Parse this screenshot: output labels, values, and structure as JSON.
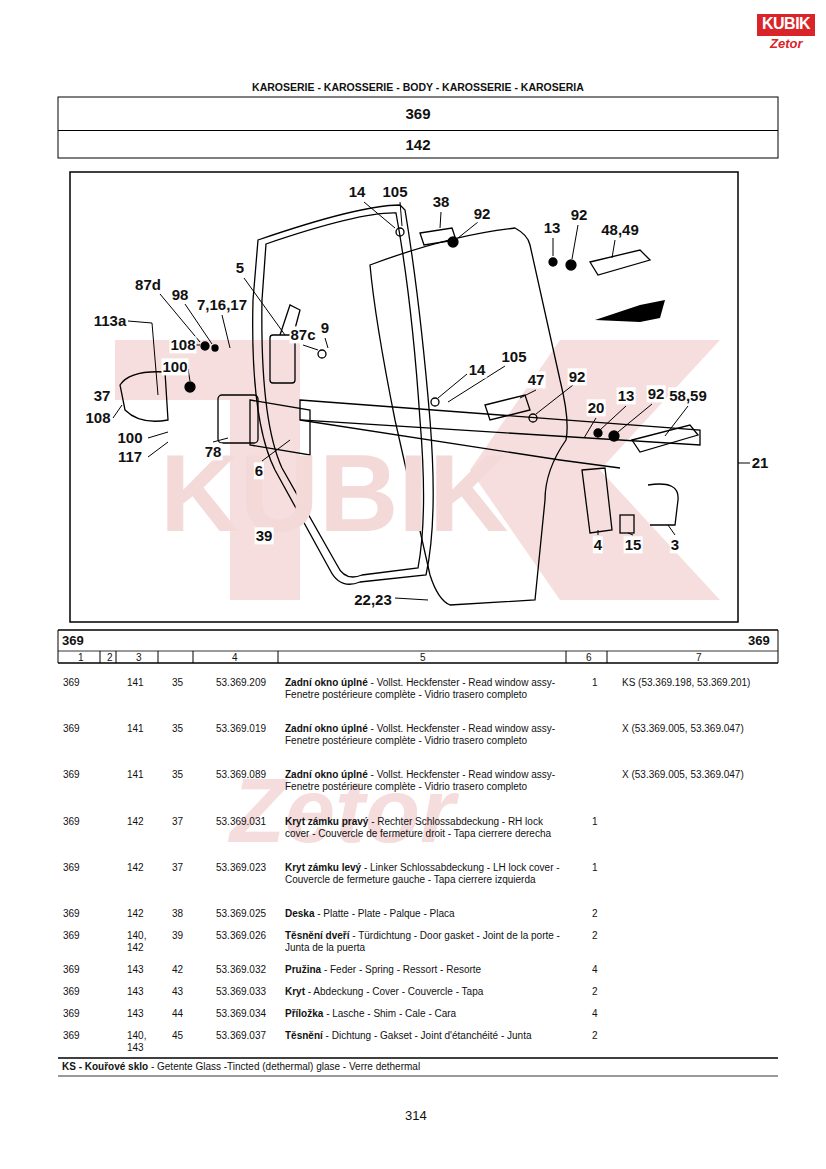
{
  "diagram": {
    "title": "KAROSERIE - KAROSSERIE - BODY - KAROSSERIE - KAROSERIA",
    "nodes": [
      {
        "text": [
          "369"
        ]
      },
      {
        "text": [
          "142"
        ]
      }
    ],
    "labels": [
      "KUBIK",
      "Zetor",
      "14",
      "105",
      "38",
      "92",
      "13",
      "92",
      "48,49",
      "87d",
      "98",
      "7,16,17",
      "5",
      "87c",
      "9",
      "113a",
      "108",
      "100",
      "14",
      "105",
      "47",
      "92",
      "37",
      "108",
      "20",
      "13",
      "92",
      "58,59",
      "100",
      "117",
      "78",
      "6",
      "21",
      "4",
      "15",
      "3",
      "39",
      "22,23",
      "369",
      "369",
      "1",
      "2",
      "3",
      "4",
      "5",
      "6",
      "7",
      "369",
      "141",
      "35",
      "53.369.209",
      "Zadní okno úplné",
      "- Vollst. Heckfenster - Read window assy- Fenetre postérieure complète - Vidrio trasero completo",
      "1",
      "KS (53.369.198, 53.369.201)",
      "369",
      "141",
      "35",
      "53.369.019",
      "Zadní okno úplné",
      "- Vollst. Heckfenster - Read window assy- Fenetre postérieure complète - Vidrio trasero completo",
      "X (53.369.005, 53.369.047)",
      "369",
      "141",
      "35",
      "53.369.089",
      "Zadní okno úplné",
      "- Vollst. Heckfenster - Read window assy- Fenetre postérieure complète - Vidrio trasero completo",
      "X (53.369.005, 53.369.047)",
      "369",
      "142",
      "37",
      "53.369.031",
      "Kryt zámku pravý",
      "- Rechter Schlossabdeckung - RH lock cover - Couvercle de fermeture droit - Tapa cierrere derecha",
      "1",
      "369",
      "142",
      "37",
      "53.369.023",
      "Kryt zámku levý",
      "- Linker Schlossabdeckung - LH lock cover - Couvercle de fermeture gauche - Tapa cierrere izquierda",
      "1",
      "369",
      "142",
      "38",
      "53.369.025",
      "Deska",
      "- Platte - Plate - Palque - Placa",
      "2",
      "369",
      "140, 142",
      "39",
      "53.369.026",
      "Těsnění dveří",
      "- Türdichtung - Door gasket - Joint de la porte - Junta de la puerta",
      "2",
      "369",
      "143",
      "42",
      "53.369.032",
      "Pružina",
      "- Feder - Spring - Ressort - Resorte",
      "4",
      "369",
      "143",
      "43",
      "53.369.033",
      "Kryt",
      "- Abdeckung - Cover - Couvercle - Tapa",
      "2",
      "369",
      "143",
      "44",
      "53.369.034",
      "Příložka",
      "- Lasche - Shim - Cale - Cara",
      "4",
      "369",
      "140, 143",
      "45",
      "53.369.037",
      "Těsnění",
      "- Dichtung - Gakset - Joint d'étanchéité - Junta",
      "2",
      "KS - Kouřové sklo",
      "- Getente Glass -Tincted (dethermal) glase - Verre dethermal",
      "314",
      "KUBIK",
      "Zetor"
    ]
  }
}
